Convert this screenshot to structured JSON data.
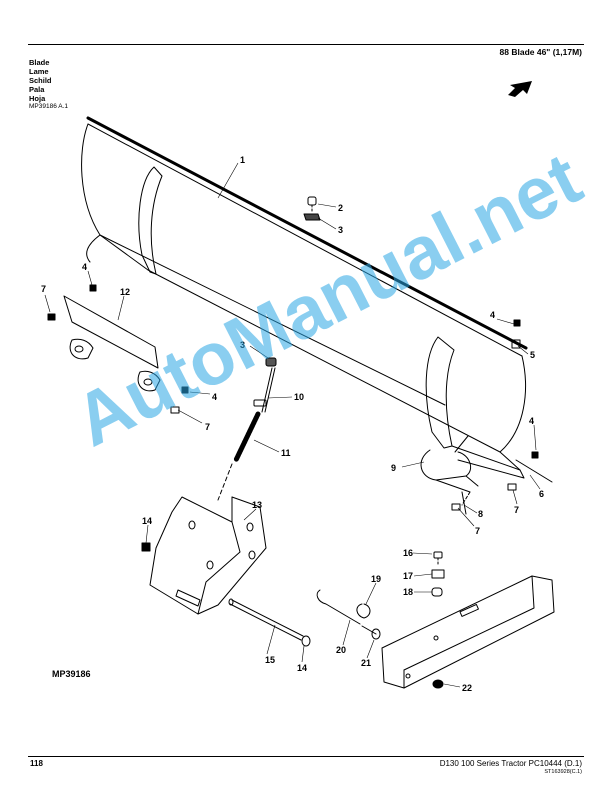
{
  "header": {
    "title": "88  Blade  46\"  (1,17M)"
  },
  "titles": [
    "Blade",
    "Lame",
    "Schild",
    "Pala",
    "Hoja"
  ],
  "figure": {
    "code": "MP39186 A.1",
    "label": "MP39186"
  },
  "callouts": [
    "1",
    "2",
    "3",
    "3",
    "4",
    "4",
    "4",
    "4",
    "5",
    "6",
    "7",
    "7",
    "7",
    "7",
    "8",
    "9",
    "10",
    "11",
    "12",
    "13",
    "14",
    "14",
    "15",
    "16",
    "17",
    "18",
    "19",
    "20",
    "21",
    "22"
  ],
  "watermark": "AutoManual.net",
  "footer": {
    "page": "118",
    "doc": "D130 100 Series Tractor   PC10444   (D.1)",
    "code": "ST163928(C.1)"
  }
}
